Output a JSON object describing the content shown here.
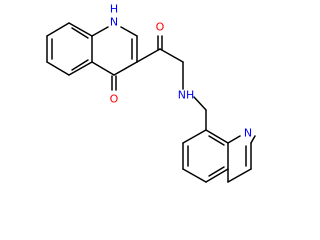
{
  "molecule": {
    "atoms": {
      "nh_ring": {
        "text": "N",
        "color": "#0000ff"
      },
      "nh_h": {
        "text": "H",
        "color": "#0000ff"
      },
      "ketone_o": {
        "text": "O",
        "color": "#ff0000"
      },
      "amide_o": {
        "text": "O",
        "color": "#ff0000"
      },
      "amide_nh": {
        "text": "NH",
        "color": "#0000ff"
      },
      "quinoline_n": {
        "text": "N",
        "color": "#0000ff"
      }
    }
  }
}
